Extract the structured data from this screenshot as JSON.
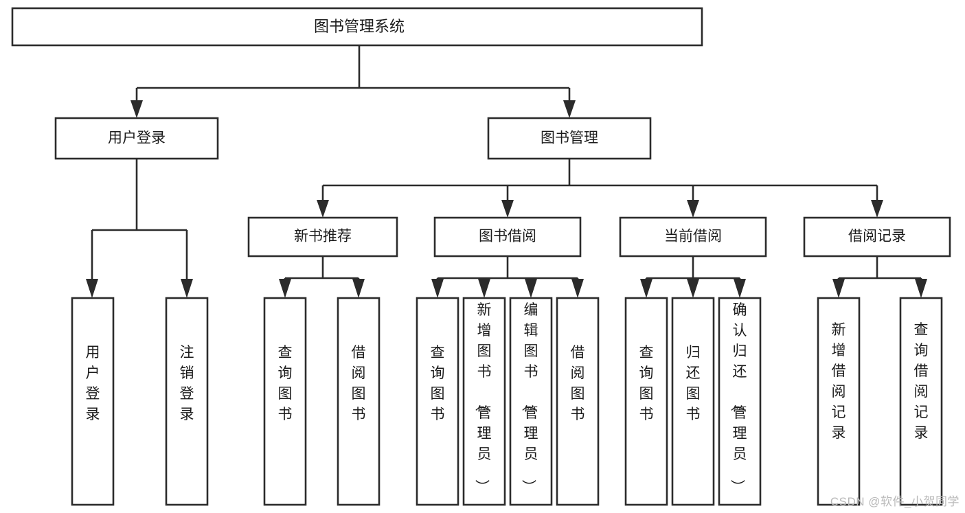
{
  "diagram": {
    "title": "图书管理系统",
    "watermark": "CSDN @软件_小贺同学",
    "colors": {
      "stroke": "#2b2b2b",
      "fill": "#ffffff",
      "text": "#1b1b1b",
      "watermark": "#b9b9b9",
      "background": "#ffffff"
    },
    "root": {
      "label": "图书管理系统"
    },
    "level2": [
      {
        "label": "用户登录"
      },
      {
        "label": "图书管理"
      }
    ],
    "level3": [
      {
        "label": "新书推荐"
      },
      {
        "label": "图书借阅"
      },
      {
        "label": "当前借阅"
      },
      {
        "label": "借阅记录"
      }
    ],
    "leaves": {
      "user_login": [
        {
          "label": "用户登录"
        },
        {
          "label": "注销登录"
        }
      ],
      "new_book_recommend": [
        {
          "label": "查询图书"
        },
        {
          "label": "借阅图书"
        }
      ],
      "book_borrow": [
        {
          "label": "查询图书"
        },
        {
          "label": "新增图书（管理员）"
        },
        {
          "label": "编辑图书（管理员）"
        },
        {
          "label": "借阅图书"
        }
      ],
      "current_borrow": [
        {
          "label": "查询图书"
        },
        {
          "label": "归还图书"
        },
        {
          "label": "确认归还（管理员）"
        }
      ],
      "borrow_record": [
        {
          "label": "新增借阅记录"
        },
        {
          "label": "查询借阅记录"
        }
      ]
    }
  }
}
